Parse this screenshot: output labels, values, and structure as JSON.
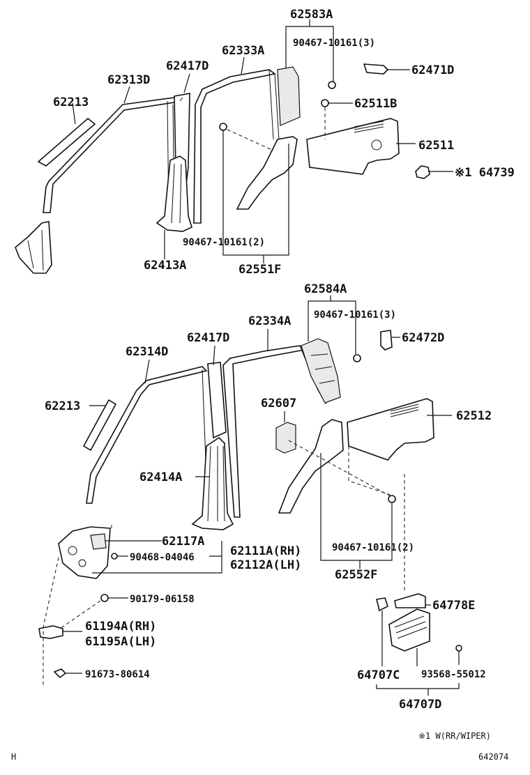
{
  "upper": {
    "p62583A": "62583A",
    "p90467_3a": "90467-10161(3)",
    "p62471D": "62471D",
    "p62333A": "62333A",
    "p62417D": "62417D",
    "p62313D": "62313D",
    "p62213": "62213",
    "p62511B": "62511B",
    "p62511": "62511",
    "p64739": "※1 64739",
    "p90467_2a": "90467-10161(2)",
    "p62413A": "62413A",
    "p62551F": "62551F"
  },
  "lower": {
    "p62584A": "62584A",
    "p90467_3b": "90467-10161(3)",
    "p62472D": "62472D",
    "p62334A": "62334A",
    "p62417D": "62417D",
    "p62314D": "62314D",
    "p62213": "62213",
    "p62607": "62607",
    "p62512": "62512",
    "p62414A": "62414A",
    "p62117A": "62117A",
    "p62111A": "62111A(RH)",
    "p90468": "90468-04046",
    "p62112A": "62112A(LH)",
    "p90467_2b": "90467-10161(2)",
    "p62552F": "62552F",
    "p90179": "90179-06158",
    "p64778E": "64778E",
    "p61194A": "61194A(RH)",
    "p61195A": "61195A(LH)",
    "p91673": "91673-80614",
    "p64707C": "64707C",
    "p93568": "93568-55012",
    "p64707D": "64707D"
  },
  "footer": {
    "note": "※1 W(RR/WIPER)",
    "left_mark": "H",
    "code": "642074"
  }
}
